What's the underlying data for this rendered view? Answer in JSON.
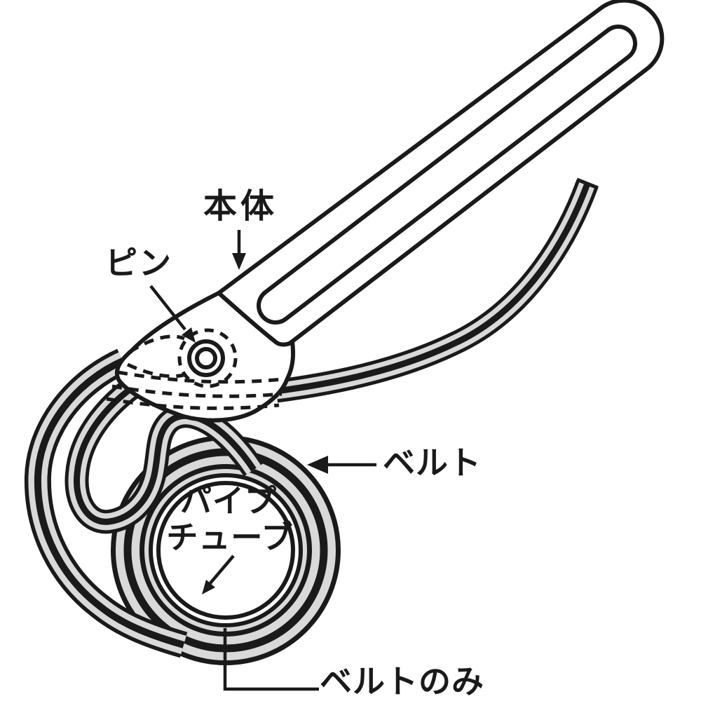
{
  "diagram": {
    "labels": {
      "body": "本体",
      "pin": "ピン",
      "belt": "ベルト",
      "pipe_line1": "パイプ",
      "pipe_line2": "チューブ",
      "belt_only": "ベルトのみ"
    },
    "colors": {
      "ink": "#1a1a1a",
      "belt_gap": "#d9d9d9",
      "background": "#ffffff"
    }
  }
}
